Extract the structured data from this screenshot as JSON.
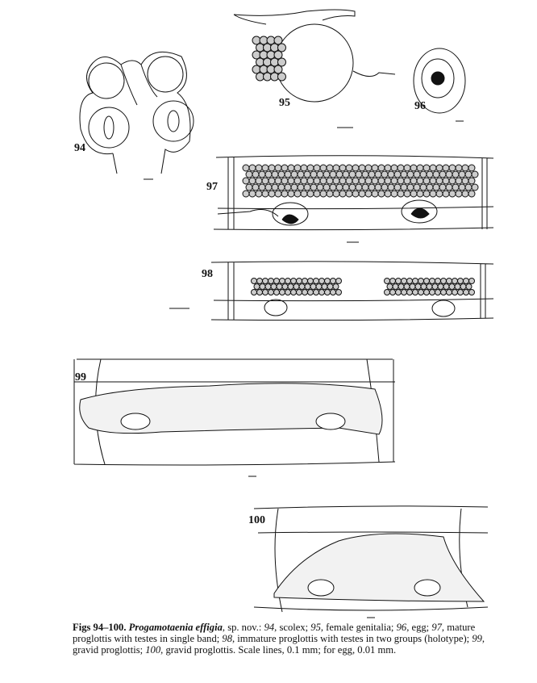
{
  "figure_labels": {
    "f94": "94",
    "f95": "95",
    "f96": "96",
    "f97": "97",
    "f98": "98",
    "f99": "99",
    "f100": "100"
  },
  "caption": {
    "figs": "Figs 94–100.",
    "species": "Progamotaenia effigia",
    "p1": ", sp. nov.:  ",
    "n94": "94",
    "t94": ", scolex;  ",
    "n95": "95",
    "t95": ", female genitalia;  ",
    "n96": "96",
    "t96": ", egg; ",
    "n97": "97",
    "t97": ", mature proglottis with testes in single band;  ",
    "n98": "98",
    "t98": ", immature proglottis with testes in two groups (holotype);  ",
    "n99": "99",
    "t99": ", gravid proglottis;  ",
    "n100": "100",
    "t100": ", gravid proglottis.  Scale lines, 0.1 mm;  for egg, 0.01 mm."
  }
}
